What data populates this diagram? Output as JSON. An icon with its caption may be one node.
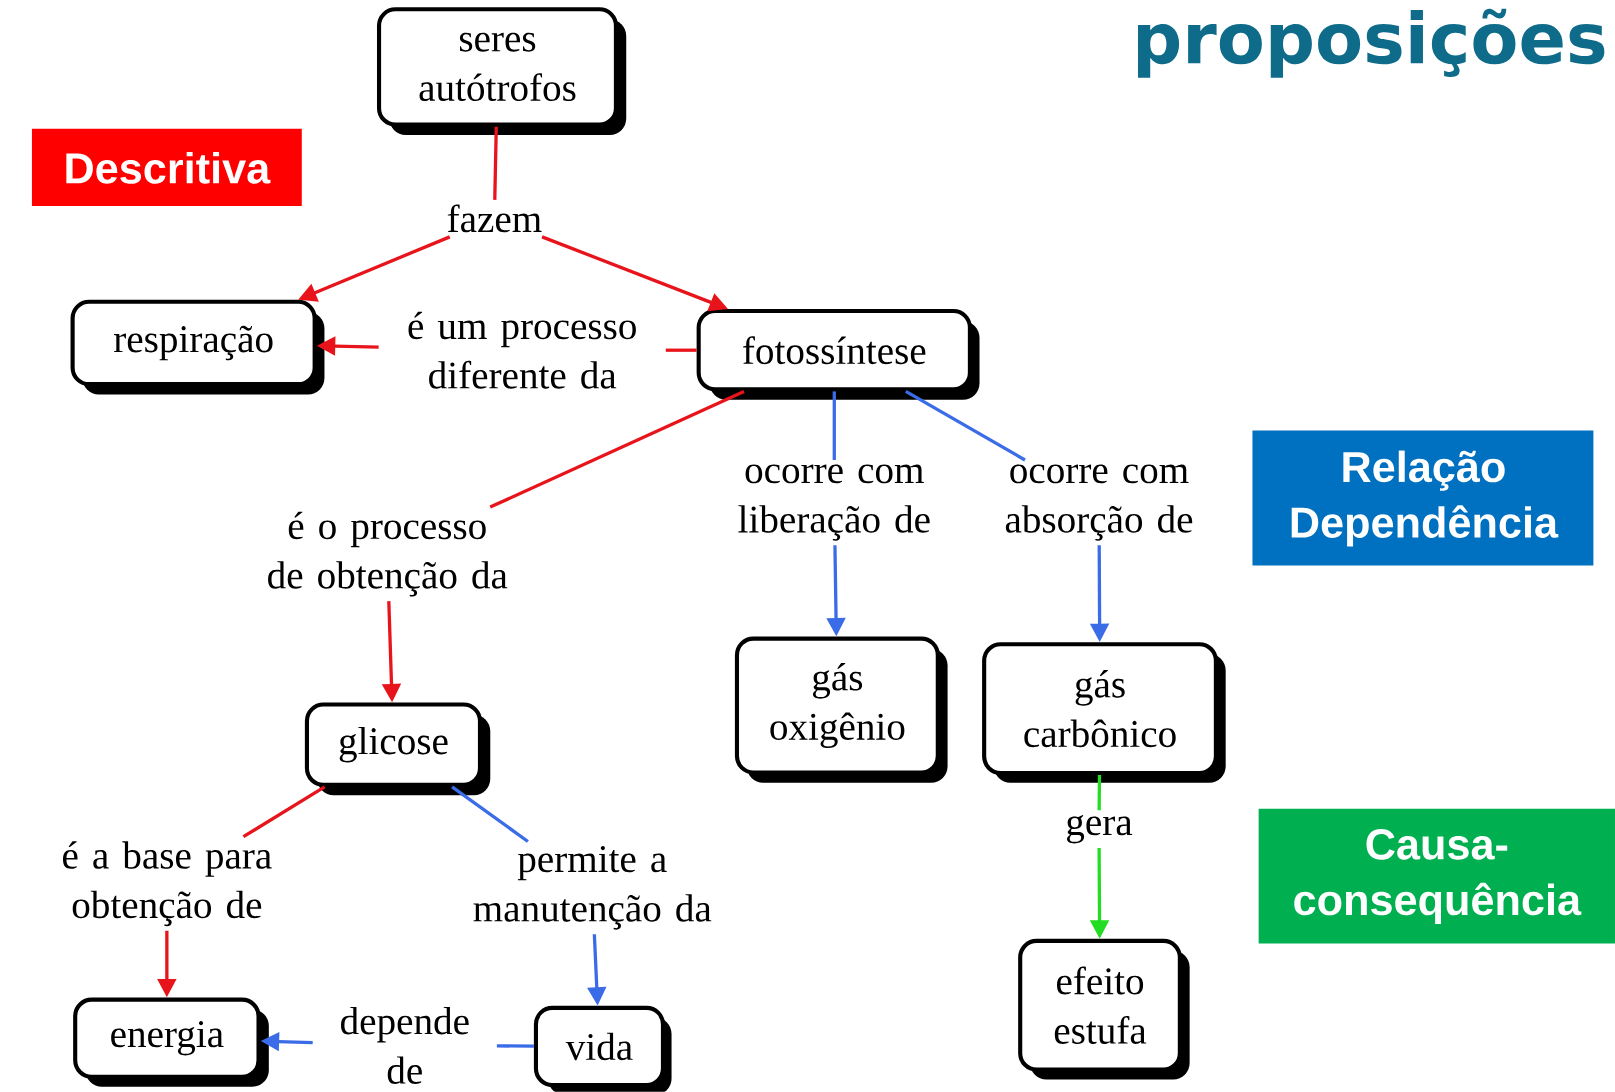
{
  "diagram": {
    "title": "proposições",
    "nodes": [
      {
        "text": [
          "seres autótrofos"
        ]
      },
      {
        "text": [
          "fazem"
        ]
      },
      {
        "text": [
          "respiração"
        ]
      },
      {
        "text": [
          "é um processo diferente da"
        ]
      },
      {
        "text": [
          "fotossíntese"
        ]
      },
      {
        "text": [
          "é o processo de obtenção da"
        ]
      },
      {
        "text": [
          "ocorre com liberação de"
        ]
      },
      {
        "text": [
          "ocorre com absorção de"
        ]
      },
      {
        "text": [
          "gás oxigênio"
        ]
      },
      {
        "text": [
          "gás carbônico"
        ]
      },
      {
        "text": [
          "glicose"
        ]
      },
      {
        "text": [
          "é a base para obtenção de"
        ]
      },
      {
        "text": [
          "permite a manutenção da"
        ]
      },
      {
        "text": [
          "gera"
        ]
      },
      {
        "text": [
          "energia"
        ]
      },
      {
        "text": [
          "depende de"
        ]
      },
      {
        "text": [
          "vida"
        ]
      },
      {
        "text": [
          "efeito estufa"
        ]
      }
    ],
    "edges": [
      {
        "from": 0,
        "to": 1,
        "arrow": "none"
      },
      {
        "from": 1,
        "to": 2,
        "arrow": "to"
      },
      {
        "from": 1,
        "to": 4,
        "arrow": "to"
      },
      {
        "from": 4,
        "to": 3,
        "arrow": "none"
      },
      {
        "from": 3,
        "to": 2,
        "arrow": "to"
      },
      {
        "from": 4,
        "to": 5,
        "arrow": "none"
      },
      {
        "from": 5,
        "to": 10,
        "arrow": "to"
      },
      {
        "from": 4,
        "to": 6,
        "arrow": "none",
        "color": "#3b6ce8"
      },
      {
        "from": 6,
        "to": 8,
        "arrow": "to",
        "color": "#3b6ce8"
      },
      {
        "from": 4,
        "to": 7,
        "arrow": "none",
        "color": "#3b6ce8"
      },
      {
        "from": 7,
        "to": 9,
        "arrow": "to",
        "color": "#3b6ce8"
      },
      {
        "from": 10,
        "to": 11,
        "arrow": "none"
      },
      {
        "from": 11,
        "to": 14,
        "arrow": "to"
      },
      {
        "from": 10,
        "to": 12,
        "arrow": "none",
        "color": "#3b6ce8"
      },
      {
        "from": 12,
        "to": 16,
        "arrow": "to",
        "color": "#3b6ce8"
      },
      {
        "from": 16,
        "to": 15,
        "arrow": "none",
        "color": "#3b6ce8"
      },
      {
        "from": 15,
        "to": 14,
        "arrow": "to",
        "color": "#3b6ce8"
      },
      {
        "from": 9,
        "to": 13,
        "arrow": "none",
        "color": "#22dd22"
      },
      {
        "from": 13,
        "to": 17,
        "arrow": "to",
        "color": "#22dd22"
      }
    ],
    "legend": [
      {
        "text": "Descritiva",
        "color": "#ff0000"
      },
      {
        "text": "Relação Dependência",
        "color": "#0070c0"
      },
      {
        "text": "Causa-consequência",
        "color": "#00b050"
      }
    ]
  }
}
